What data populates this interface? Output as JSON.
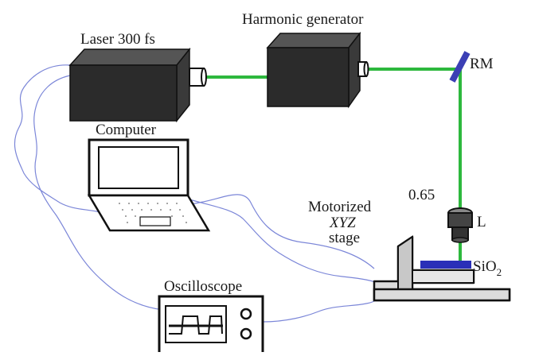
{
  "labels": {
    "laser": "Laser 300 fs",
    "harmonic": "Harmonic generator",
    "rm": "RM",
    "computer": "Computer",
    "na": "0.65",
    "lens": "L",
    "stage_line1": "Motorized",
    "stage_line2": "XYZ",
    "stage_line3": "stage",
    "sample_main": "SiO",
    "sample_sub": "2",
    "oscilloscope": "Oscilloscope"
  },
  "colors": {
    "beam": "#2db83d",
    "cable": "#7b86d8",
    "sample": "#2a2fb8",
    "box_dark": "#2b2b2b",
    "outline": "#111111",
    "stage_fill": "#dcdcdc"
  }
}
